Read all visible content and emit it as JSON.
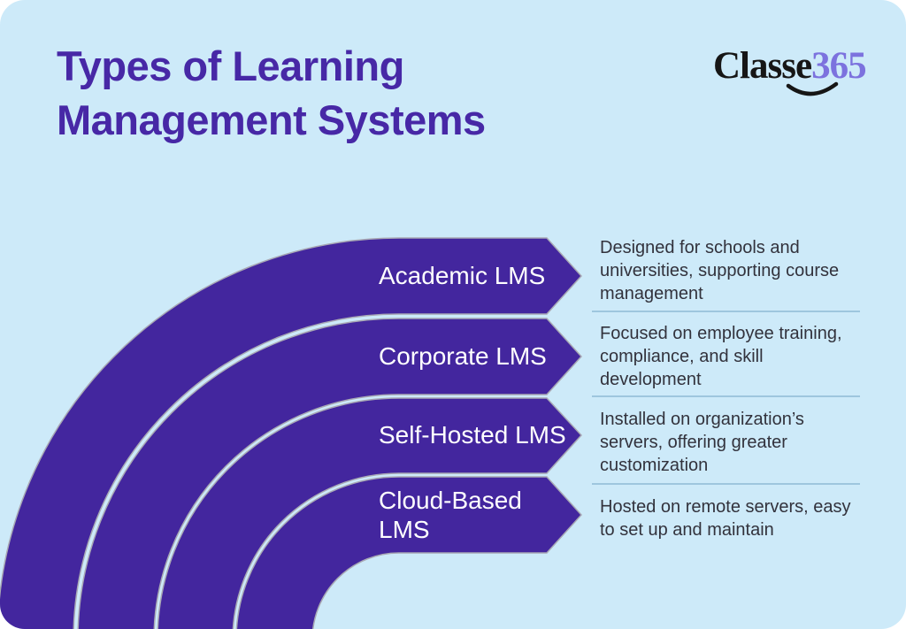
{
  "title": "Types of Learning Management Systems",
  "logo": {
    "name": "Classe",
    "suffix": "365",
    "smile_icon": "smile-arc"
  },
  "colors": {
    "background": "#CDEAF9",
    "band": "#43269E",
    "band_outline": "#A8A8B4",
    "title": "#4728A6",
    "label_text": "#FFFFFF",
    "description_text": "#32323C",
    "divider": "#9EC6DE",
    "logo_text": "#161616",
    "logo_accent": "#7C72DE"
  },
  "bands": [
    {
      "label": "Academic LMS",
      "description": "Designed for schools and universities, supporting course management"
    },
    {
      "label": "Corporate LMS",
      "description": "Focused on employee training, compliance, and skill development"
    },
    {
      "label": "Self-Hosted LMS",
      "description": "Installed on organization’s servers, offering greater customization"
    },
    {
      "label": "Cloud-Based LMS",
      "description": "Hosted on remote servers, easy to set up and maintain"
    }
  ]
}
